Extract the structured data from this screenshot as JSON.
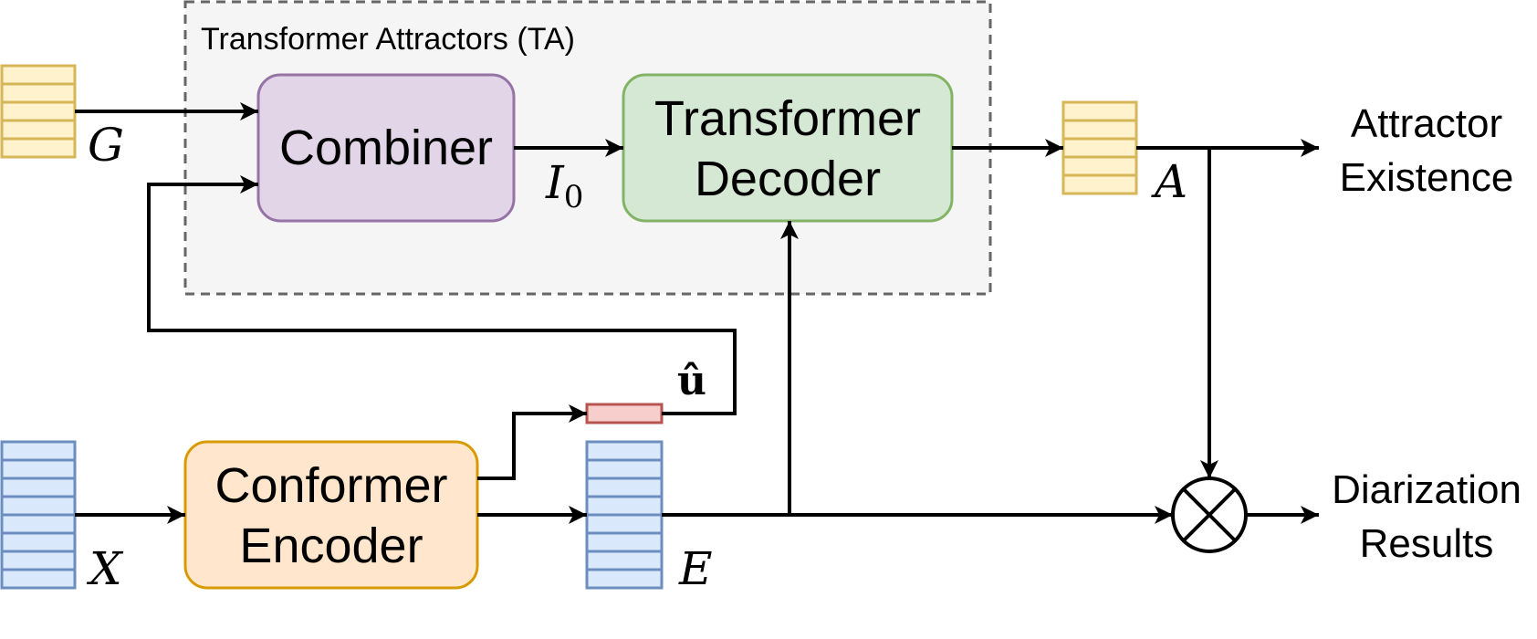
{
  "group": {
    "title": "Transformer Attractors (TA)"
  },
  "blocks": {
    "combiner": "Combiner",
    "decoder_line1": "Transformer",
    "decoder_line2": "Decoder",
    "encoder_line1": "Conformer",
    "encoder_line2": "Encoder"
  },
  "symbols": {
    "G": "G",
    "X": "X",
    "A": "A",
    "E": "E",
    "I0_main": "I",
    "I0_sub": "0",
    "u_hat": "û"
  },
  "outputs": {
    "existence_line1": "Attractor",
    "existence_line2": "Existence",
    "diarization_line1": "Diarization",
    "diarization_line2": "Results"
  },
  "colors": {
    "yellow_fill": "#fff2cc",
    "yellow_stroke": "#d6b656",
    "blue_fill": "#dae8fc",
    "blue_stroke": "#6c8ebf",
    "red_fill": "#f8cecc",
    "red_stroke": "#b85450",
    "purple_fill": "#e1d5e7",
    "purple_stroke": "#9673a6",
    "green_fill": "#d5e8d4",
    "green_stroke": "#82b366",
    "orange_fill": "#ffe6cc",
    "orange_stroke": "#d79b00",
    "group_fill": "#f5f5f5",
    "group_stroke": "#666666"
  }
}
